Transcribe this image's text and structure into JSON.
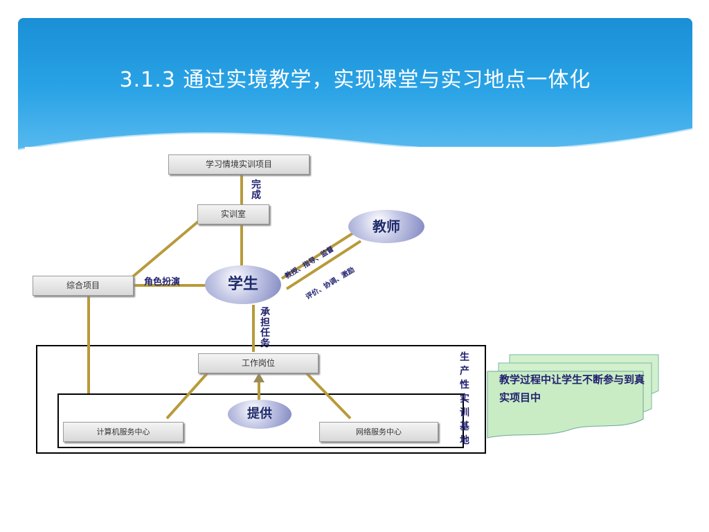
{
  "slide": {
    "title": "3.1.3  通过实境教学，实现课堂与实习地点一体化"
  },
  "diagram": {
    "project_box": "学习情境实训项目",
    "complete_label": "完成",
    "lab_box": "实训室",
    "teacher": "教师",
    "student": "学生",
    "composite_box": "综合项目",
    "role_play_label": "角色扮演",
    "teacher_up_label": "教授、指导、监督",
    "teacher_down_label": "评价、协调、激励",
    "task_label": "承担任务",
    "job_box": "工作岗位",
    "provide": "提供",
    "computer_center": "计算机服务中心",
    "network_center": "网络服务中心",
    "base_label": "生产性实训基地",
    "note": "教学过程中让学生不断参与到真实项目中",
    "colors": {
      "connector": "#b89a3a",
      "bubble": "#7c83bf",
      "note_bg": "#c9ecc4"
    }
  }
}
